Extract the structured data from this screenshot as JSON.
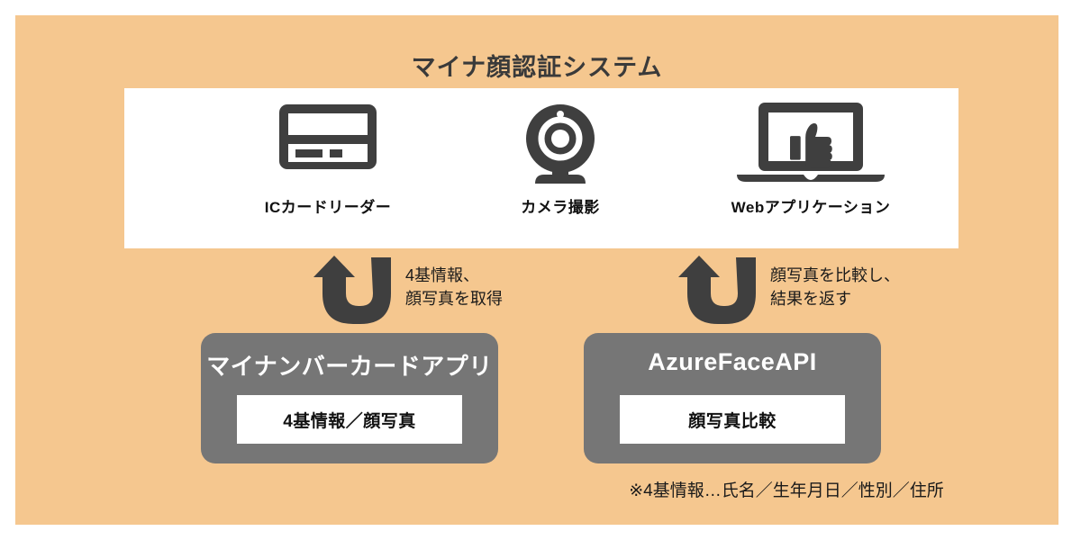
{
  "title": "マイナ顔認証システム",
  "colors": {
    "panel_background": "#f5c78f",
    "device_panel": "#ffffff",
    "box_grey": "#767676",
    "icon_dark": "#3f3f3f",
    "title_text": "#3a3a3a"
  },
  "devices": [
    {
      "icon": "ic-card-reader-icon",
      "label": "ICカードリーダー"
    },
    {
      "icon": "webcam-icon",
      "label": "カメラ撮影"
    },
    {
      "icon": "laptop-thumbs-up-icon",
      "label": "Webアプリケーション"
    }
  ],
  "arrows": [
    {
      "icon": "u-turn-arrow-icon",
      "line1": "4基情報、",
      "line2": "顔写真を取得"
    },
    {
      "icon": "u-turn-arrow-icon",
      "line1": "顔写真を比較し、",
      "line2": "結果を返す"
    }
  ],
  "boxes": [
    {
      "title": "マイナンバーカードアプリ",
      "inner": "4基情報／顔写真"
    },
    {
      "title": "AzureFaceAPI",
      "inner": "顔写真比較"
    }
  ],
  "footnote": "※4基情報…氏名／生年月日／性別／住所"
}
